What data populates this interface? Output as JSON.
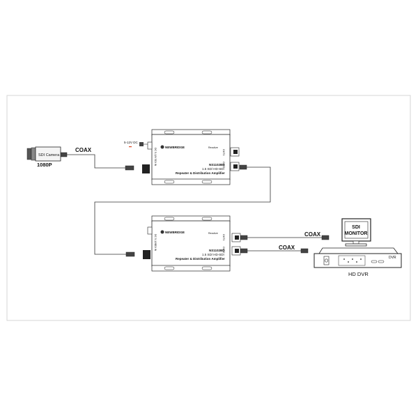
{
  "camera": {
    "label": "SDI Camera",
    "resolution": "1080P",
    "resolution_color": "#d9441f"
  },
  "power": {
    "label": "5-12V DC",
    "color": "#d9441f"
  },
  "cable_labels": {
    "camera_to_unit1": "COAX",
    "unit2_out1": "COAX",
    "unit2_out2": "COAX"
  },
  "units": [
    {
      "brand": "NEWBRIDGE",
      "model": "NS1102BD",
      "line1": "1.5 SD/ HD-SDI",
      "line2": "Repeater & Distribution Amplifier",
      "port_top": "Reoutize",
      "port_in": "SDI IN",
      "port_out1": "OUT1",
      "port_out2": "OUT2",
      "port_pwr": "DC 5-12V"
    },
    {
      "brand": "NEWBRIDGE",
      "model": "NS1102BD",
      "line1": "1.5 SD/ HD-SDI",
      "line2": "Repeater & Distribution Amplifier",
      "port_top": "Reoutize",
      "port_in": "SDI IN",
      "port_out1": "OUT1",
      "port_out2": "OUT2",
      "port_pwr": "DC 5-12V"
    }
  ],
  "monitor": {
    "line1": "SDI",
    "line2": "MONITOR"
  },
  "dvr": {
    "badge": "DVR",
    "caption": "HD DVR"
  }
}
